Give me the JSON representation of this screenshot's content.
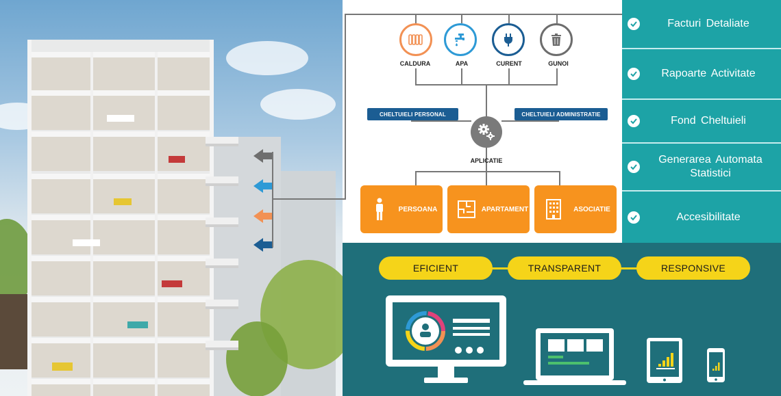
{
  "utilities": [
    {
      "label": "CALDURA",
      "icon": "radiator-icon",
      "color": "#f29154"
    },
    {
      "label": "APA",
      "icon": "water-tap-icon",
      "color": "#2e9ad6"
    },
    {
      "label": "CURENT",
      "icon": "power-plug-icon",
      "color": "#1b5d93"
    },
    {
      "label": "GUNOI",
      "icon": "trash-bin-icon",
      "color": "#6d6d6d"
    }
  ],
  "expenses": {
    "personal": "CHELTUIELI PERSONAL",
    "administration": "CHELTUIELI ADMINISTRATIE"
  },
  "app": {
    "label": "APLICATIE",
    "icon": "gears-icon"
  },
  "entities": [
    {
      "label": "PERSOANA",
      "icon": "person-icon"
    },
    {
      "label": "APARTAMENT",
      "icon": "floorplan-icon"
    },
    {
      "label": "ASOCIATIE",
      "icon": "building-icon"
    }
  ],
  "features": [
    "Facturi Detaliate",
    "Rapoarte Activitate",
    "Fond Cheltuieli",
    "Generarea Automata Statistici",
    "Accesibilitate"
  ],
  "qualities": [
    "EFICIENT",
    "TRANSPARENT",
    "RESPONSIVE"
  ],
  "devices": [
    "desktop-monitor-icon",
    "laptop-icon",
    "tablet-icon",
    "smartphone-icon"
  ],
  "colors": {
    "orange": "#f7931e",
    "teal": "#1da3a6",
    "dark_teal": "#1f6f7a",
    "yellow": "#f5d419",
    "navy": "#1b5d93"
  }
}
